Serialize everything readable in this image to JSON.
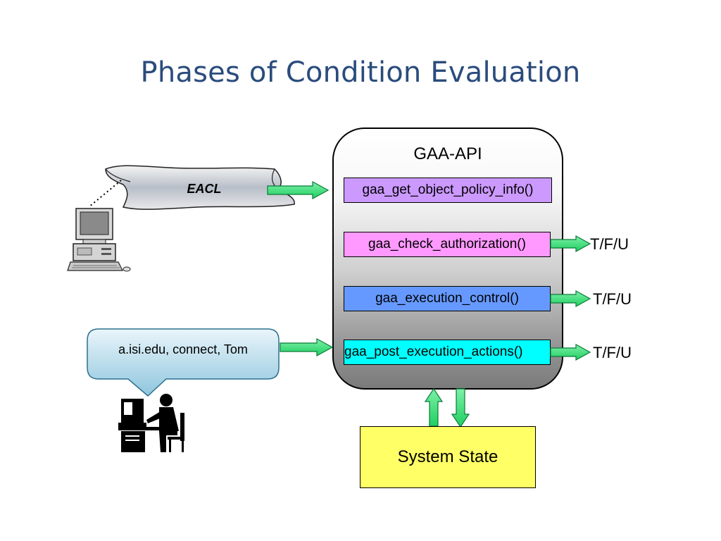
{
  "title": "Phases of Condition Evaluation",
  "eacl": {
    "label": "EACL"
  },
  "request_bubble": {
    "text": "a.isi.edu, connect, Tom"
  },
  "gaa_api": {
    "title": "GAA-API",
    "functions": [
      {
        "label": "gaa_get_object_policy_info()",
        "color": "#cc99ff"
      },
      {
        "label": "gaa_check_authorization()",
        "color": "#ff99ff"
      },
      {
        "label": "gaa_execution_control()",
        "color": "#6699ff"
      },
      {
        "label": "gaa_post_execution_actions()",
        "color": "#00ffff"
      }
    ]
  },
  "results": [
    "T/F/U",
    "T/F/U",
    "T/F/U"
  ],
  "system_state": {
    "label": "System State",
    "color": "#ffff66"
  },
  "icons": [
    "desktop-computer-icon",
    "person-at-computer-icon",
    "scroll-icon"
  ],
  "arrow_color": "#33dd77"
}
